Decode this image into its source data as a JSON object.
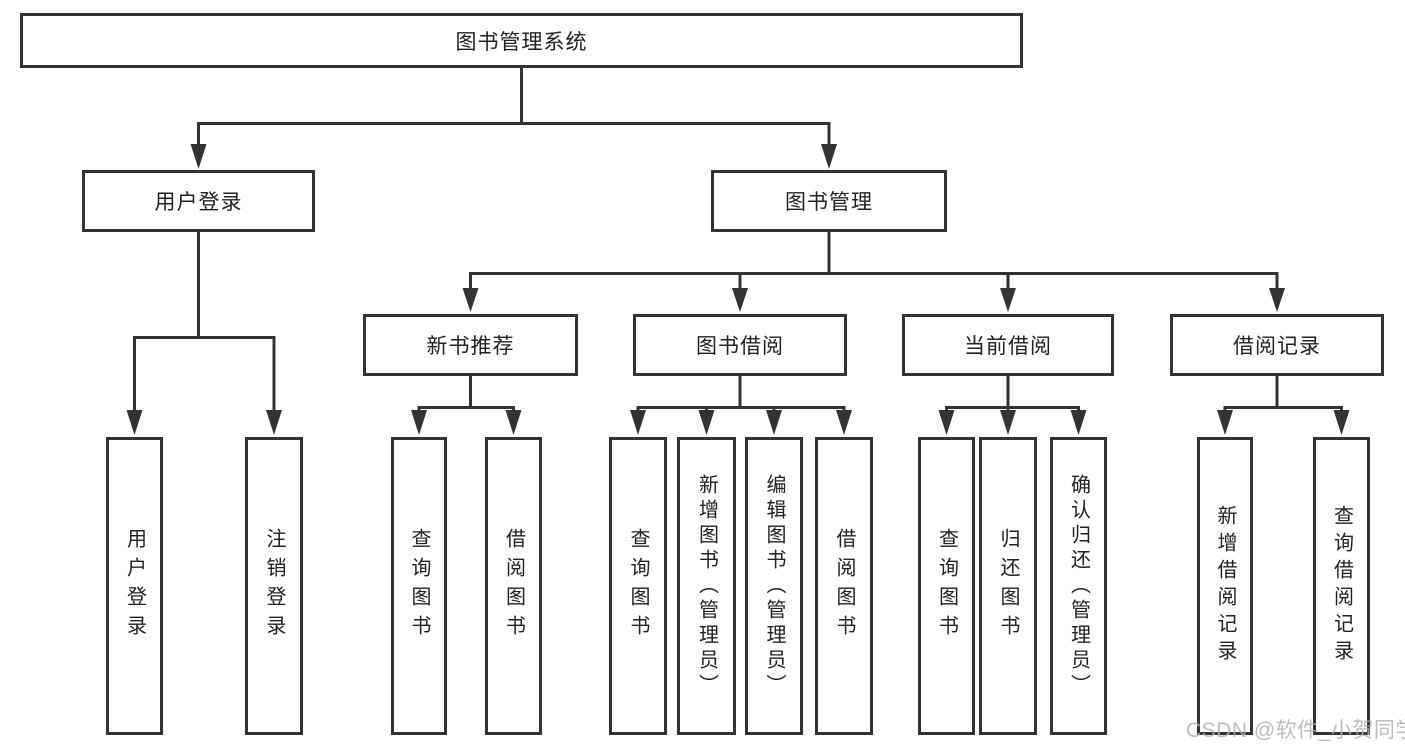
{
  "diagram": {
    "nodes": {
      "root": {
        "label": "图书管理系统"
      },
      "user_login": {
        "label": "用户登录"
      },
      "book_mgmt": {
        "label": "图书管理"
      },
      "new_book_rec": {
        "label": "新书推荐"
      },
      "book_borrow": {
        "label": "图书借阅"
      },
      "current_borrow": {
        "label": "当前借阅"
      },
      "borrow_record": {
        "label": "借阅记录"
      },
      "leaf_user_login": {
        "label": "用户登录"
      },
      "leaf_logout": {
        "label": "注销登录"
      },
      "rec_query_book": {
        "label": "查询图书"
      },
      "rec_borrow_book": {
        "label": "借阅图书"
      },
      "bb_query_book": {
        "label": "查询图书"
      },
      "bb_add_book": {
        "label": "新增图书（管理员）"
      },
      "bb_edit_book": {
        "label": "编辑图书（管理员）"
      },
      "bb_borrow_book": {
        "label": "借阅图书"
      },
      "cb_query_book": {
        "label": "查询图书"
      },
      "cb_return_book": {
        "label": "归还图书"
      },
      "cb_confirm_return": {
        "label": "确认归还（管理员）"
      },
      "br_add_record": {
        "label": "新增借阅记录"
      },
      "br_query_record": {
        "label": "查询借阅记录"
      }
    },
    "structure": {
      "root": [
        "user_login",
        "book_mgmt"
      ],
      "user_login": [
        "leaf_user_login",
        "leaf_logout"
      ],
      "book_mgmt": [
        "new_book_rec",
        "book_borrow",
        "current_borrow",
        "borrow_record"
      ],
      "new_book_rec": [
        "rec_query_book",
        "rec_borrow_book"
      ],
      "book_borrow": [
        "bb_query_book",
        "bb_add_book",
        "bb_edit_book",
        "bb_borrow_book"
      ],
      "current_borrow": [
        "cb_query_book",
        "cb_return_book",
        "cb_confirm_return"
      ],
      "borrow_record": [
        "br_add_record",
        "br_query_record"
      ]
    },
    "colors": {
      "line": "#333333",
      "border": "#333333",
      "text": "#222222",
      "background": "#ffffff"
    }
  },
  "watermark": {
    "text": "CSDN @软件_小贺同学",
    "color": "#b0b0b0"
  }
}
